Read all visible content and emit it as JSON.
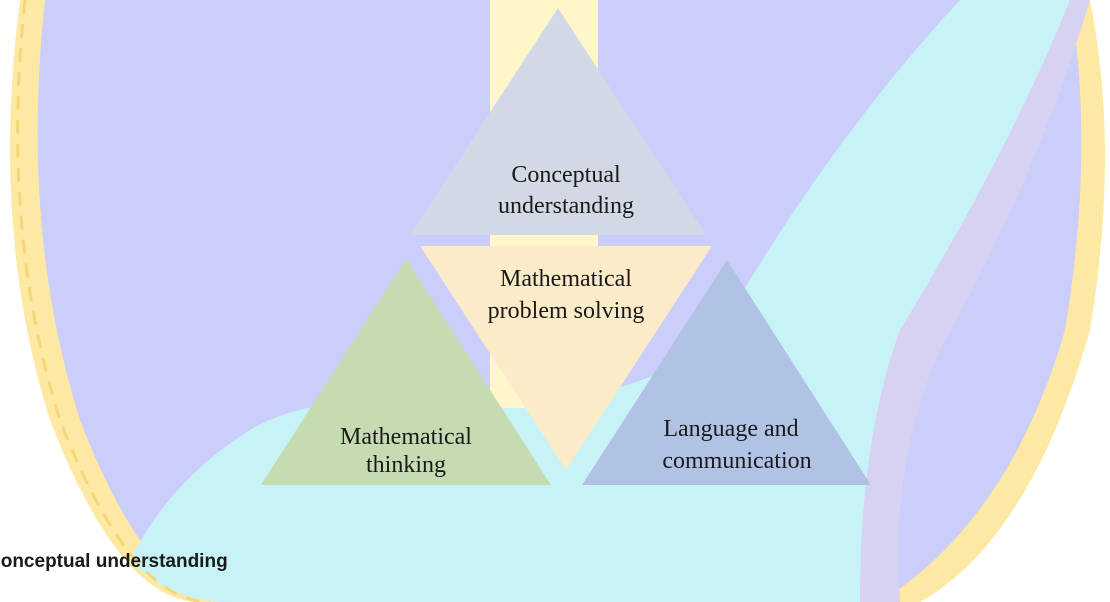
{
  "diagram": {
    "triangles": {
      "top": {
        "lines": [
          "Conceptual",
          "understanding"
        ],
        "color": "#d3d8e6"
      },
      "center": {
        "lines": [
          "Mathematical",
          "problem solving"
        ],
        "color": "#fbebc8"
      },
      "left": {
        "lines": [
          "Mathematical",
          "thinking"
        ],
        "color": "#c5dbb1"
      },
      "right": {
        "lines": [
          "Language and",
          "communication"
        ],
        "color": "#b1c3e4"
      }
    }
  },
  "caption": "Conceptual understanding",
  "background": {
    "lavender": "#cbcdfa",
    "cyan": "#c7f3f7",
    "seal_border": "#fde9a4",
    "center_column": "#fff6c9"
  }
}
